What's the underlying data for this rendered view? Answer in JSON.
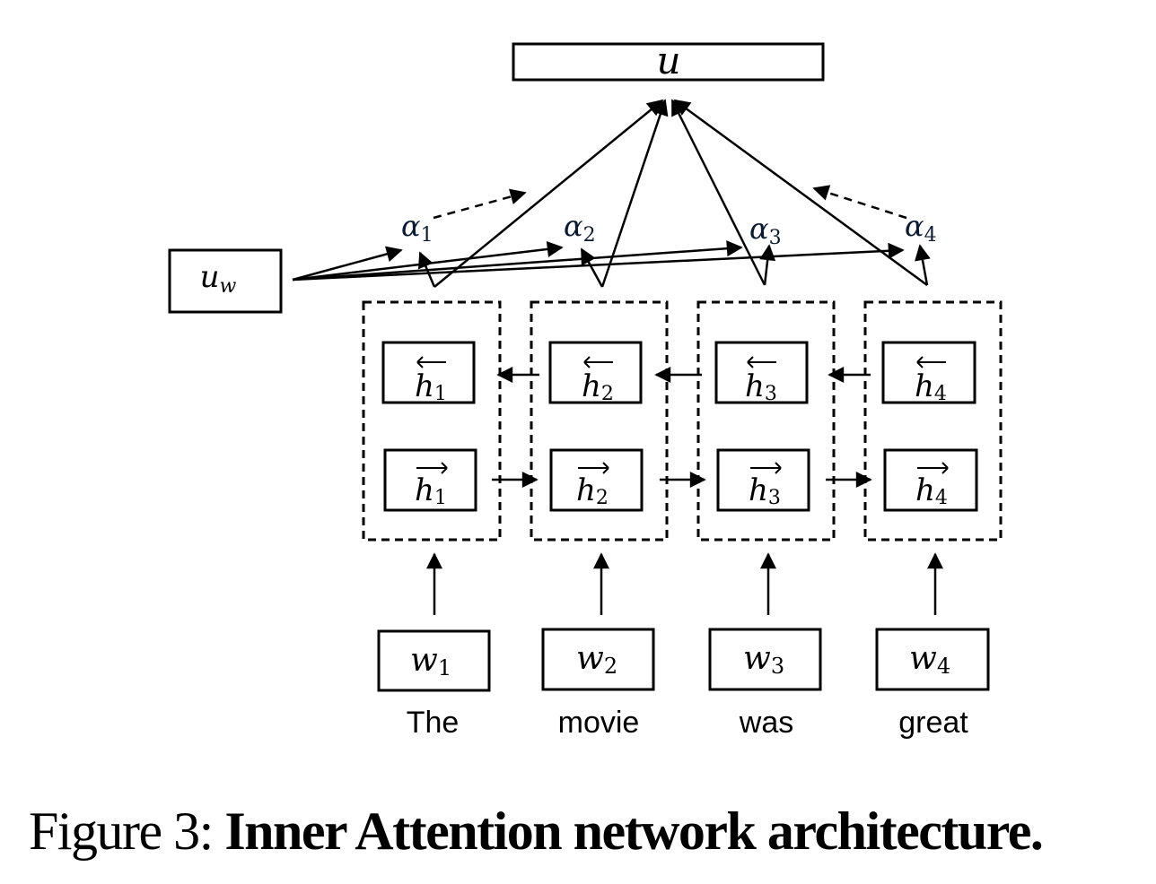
{
  "figure": {
    "caption_prefix": "Figure 3:",
    "caption_title": "Inner Attention network architecture.",
    "output_node": {
      "symbol": "u"
    },
    "context_vector": {
      "symbol": "u",
      "subscript": "w"
    },
    "attention_weights": [
      {
        "symbol": "α",
        "subscript": "1"
      },
      {
        "symbol": "α",
        "subscript": "2"
      },
      {
        "symbol": "α",
        "subscript": "3"
      },
      {
        "symbol": "α",
        "subscript": "4"
      }
    ],
    "timesteps": [
      {
        "backward": {
          "symbol": "h",
          "subscript": "1",
          "arrow": "←"
        },
        "forward": {
          "symbol": "h",
          "subscript": "1",
          "arrow": "→"
        },
        "input": {
          "symbol": "w",
          "subscript": "1"
        },
        "word": "The"
      },
      {
        "backward": {
          "symbol": "h",
          "subscript": "2",
          "arrow": "←"
        },
        "forward": {
          "symbol": "h",
          "subscript": "2",
          "arrow": "→"
        },
        "input": {
          "symbol": "w",
          "subscript": "2"
        },
        "word": "movie"
      },
      {
        "backward": {
          "symbol": "h",
          "subscript": "3",
          "arrow": "←"
        },
        "forward": {
          "symbol": "h",
          "subscript": "3",
          "arrow": "→"
        },
        "input": {
          "symbol": "w",
          "subscript": "3"
        },
        "word": "was"
      },
      {
        "backward": {
          "symbol": "h",
          "subscript": "4",
          "arrow": "←"
        },
        "forward": {
          "symbol": "h",
          "subscript": "4",
          "arrow": "→"
        },
        "input": {
          "symbol": "w",
          "subscript": "4"
        },
        "word": "great"
      }
    ]
  }
}
